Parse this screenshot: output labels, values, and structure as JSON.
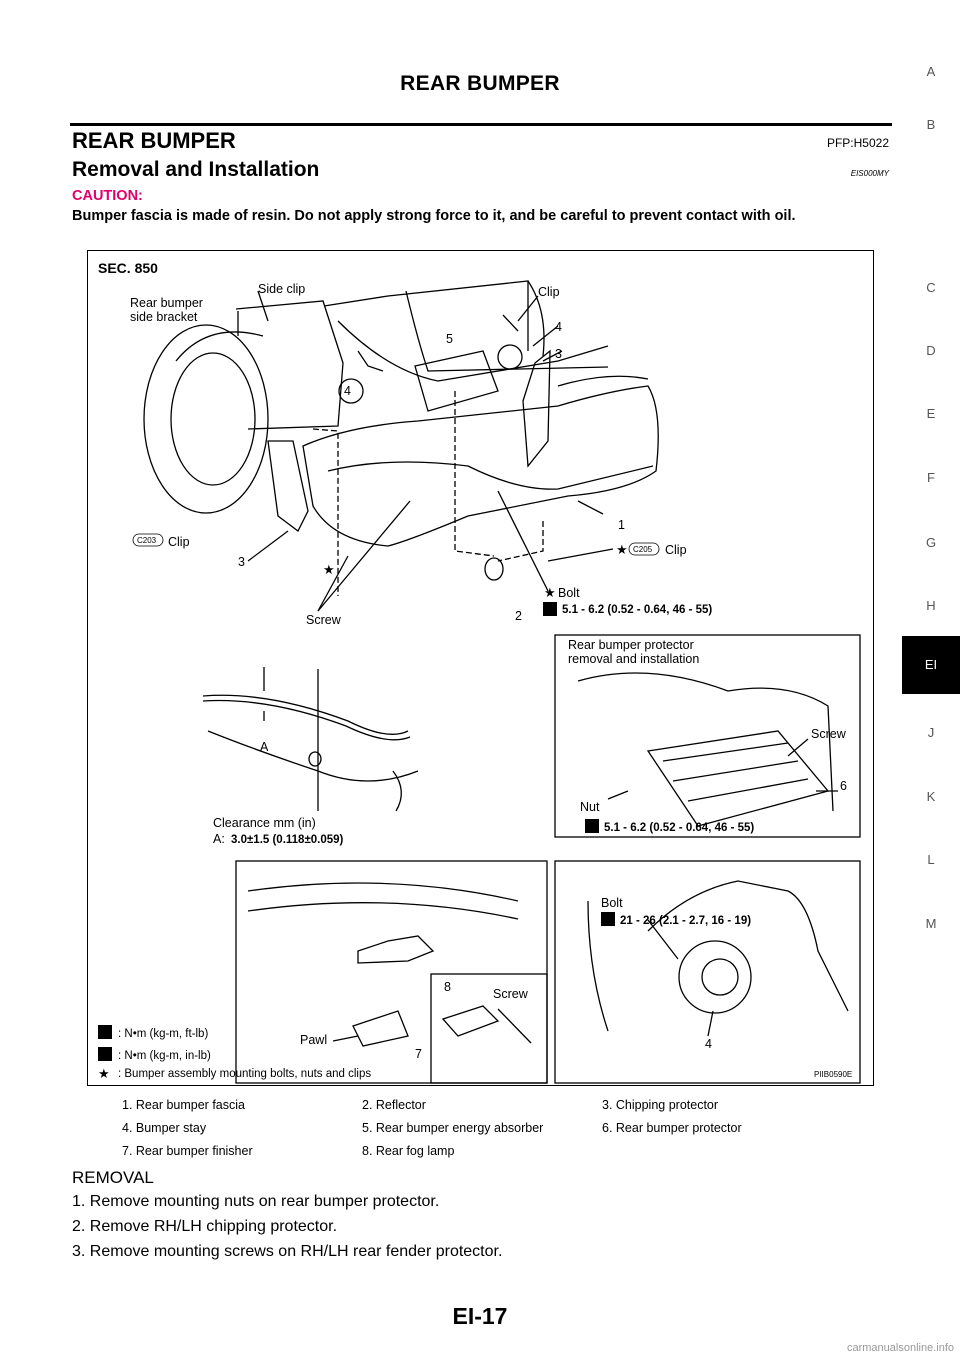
{
  "header": {
    "running_title": "REAR BUMPER"
  },
  "section": {
    "title": "REAR BUMPER",
    "code": "PFP:H5022"
  },
  "subsection": {
    "title": "Removal and Installation",
    "code": "EIS000MY"
  },
  "caution": {
    "label": "CAUTION:",
    "text": "Bumper fascia is made of resin. Do not apply strong force to it, and be careful to prevent contact with oil."
  },
  "side_index": [
    "A",
    "B",
    "C",
    "D",
    "E",
    "F",
    "G",
    "H",
    "EI",
    "J",
    "K",
    "L",
    "M"
  ],
  "side_index_active": "EI",
  "figure": {
    "sec": "SEC. 850",
    "labels": {
      "side_clip": "Side clip",
      "rear_bumper_side_bracket_1": "Rear bumper",
      "rear_bumper_side_bracket_2": "side bracket",
      "clip_top": "Clip",
      "n5": "5",
      "n4a": "4",
      "n3a": "3",
      "n4b": "4",
      "n3b": "3",
      "n1": "1",
      "n2": "2",
      "clip_left_code": "C203",
      "clip_left": "Clip",
      "clip_right_code": "C205",
      "clip_right": "Clip",
      "screw": "Screw",
      "bolt": "Bolt",
      "torque_main": "5.1 - 6.2 (0.52 - 0.64, 46 - 55)",
      "protector_title_1": "Rear bumper protector",
      "protector_title_2": "removal and installation",
      "protector_screw": "Screw",
      "protector_nut": "Nut",
      "n6": "6",
      "torque_protector": "5.1 - 6.2 (0.52 - 0.64, 46 - 55)",
      "a_mark": "A",
      "clearance_1": "Clearance mm (in)",
      "clearance_2_prefix": "A:",
      "clearance_2_value": "3.0±1.5 (0.118±0.059)",
      "n8": "8",
      "finisher_screw": "Screw",
      "pawl": "Pawl",
      "n7": "7",
      "stay_bolt": "Bolt",
      "torque_stay": "21 - 26 (2.1 - 2.7, 16 - 19)",
      "n4c": "4",
      "unit_1": ": N•m (kg-m, ft-lb)",
      "unit_2": ": N•m (kg-m, in-lb)",
      "unit_3": ": Bumper assembly mounting bolts, nuts and clips",
      "figure_code": "PIIB0590E"
    }
  },
  "parts_legend": [
    [
      "1. Rear bumper fascia",
      "2. Reflector",
      "3. Chipping protector"
    ],
    [
      "4. Bumper stay",
      "5. Rear bumper energy absorber",
      "6. Rear bumper protector"
    ],
    [
      "7. Rear bumper finisher",
      "8. Rear fog lamp",
      ""
    ]
  ],
  "removal": {
    "heading": "REMOVAL",
    "steps": [
      "1. Remove mounting nuts on rear bumper protector.",
      "2. Remove RH/LH chipping protector.",
      "3. Remove mounting screws on RH/LH rear fender protector."
    ]
  },
  "page_number": "EI-17",
  "watermark": "carmanualsonline.info"
}
